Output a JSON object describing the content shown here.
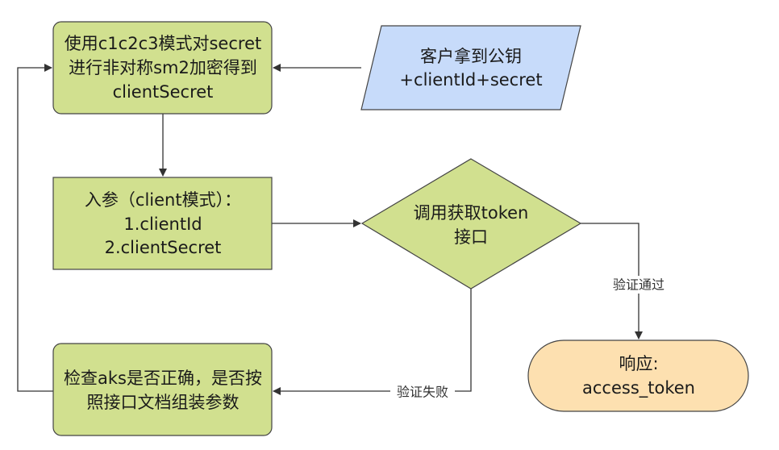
{
  "colors": {
    "process": "#d1e08f",
    "input": "#c7dbfa",
    "terminal": "#fde0b0",
    "stroke": "#444444"
  },
  "nodes": {
    "encrypt": {
      "lines": [
        "使用c1c2c3模式对secret",
        "进行非对称sm2加密得到",
        "clientSecret"
      ]
    },
    "client_input": {
      "lines": [
        "客户拿到公钥",
        "+clientId+secret"
      ]
    },
    "params": {
      "lines": [
        "入参（client模式）：",
        "1.clientId",
        "2.clientSecret"
      ]
    },
    "call_api": {
      "lines": [
        "调用获取token",
        "接口"
      ]
    },
    "check": {
      "lines": [
        "检查aks是否正确，是否按",
        "照接口文档组装参数"
      ]
    },
    "response": {
      "lines": [
        "响应:",
        "access_token"
      ]
    }
  },
  "edges": {
    "pass_label": "验证通过",
    "fail_label": "验证失败"
  }
}
